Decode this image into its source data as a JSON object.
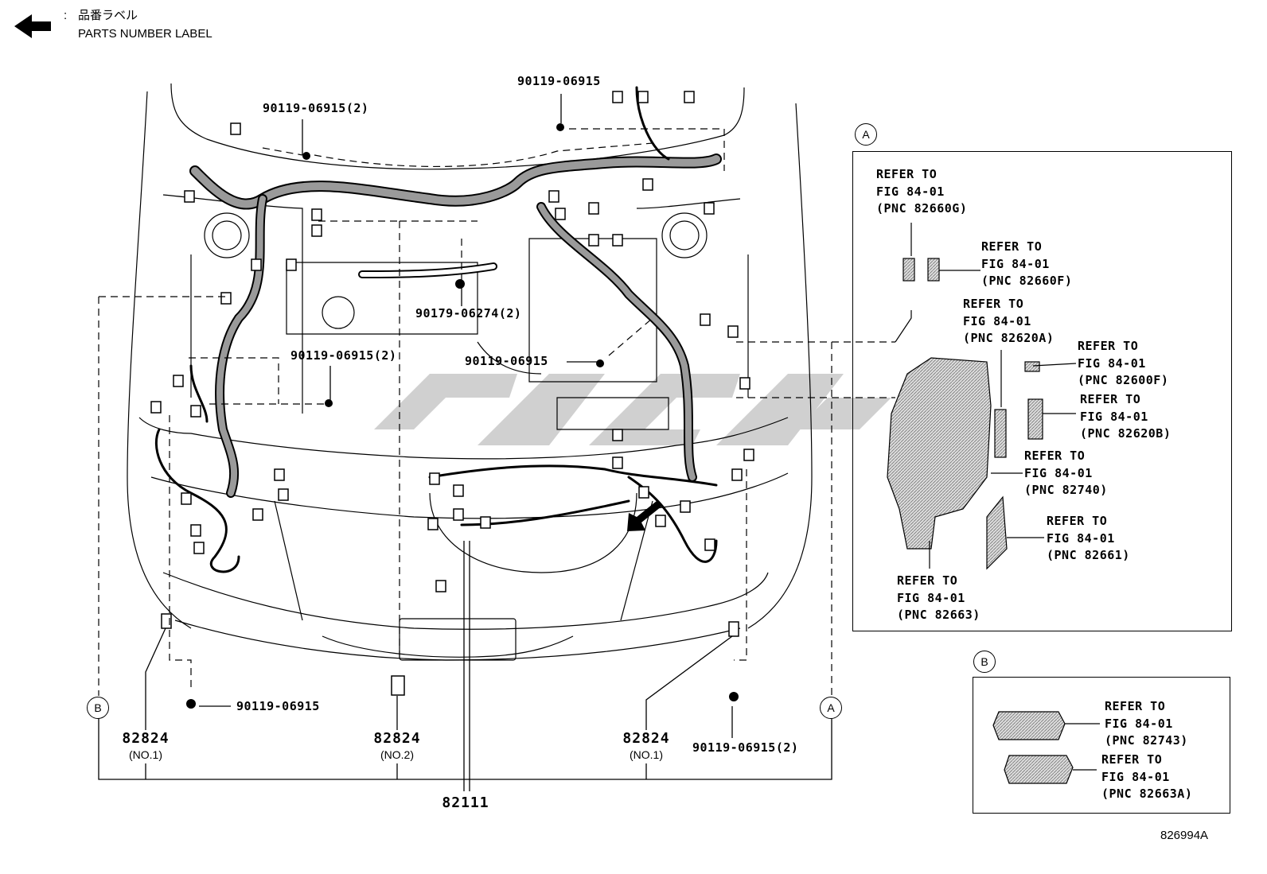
{
  "legend": {
    "label_jp": "品番ラベル",
    "label_en": "PARTS NUMBER LABEL",
    "separator": ":"
  },
  "callouts": {
    "bolt_left_top": "90119-06915(2)",
    "bolt_center_top": "90119-06915",
    "clip_center": "90179-06274(2)",
    "bolt_left_mid": "90119-06915(2)",
    "bolt_center_mid": "90119-06915",
    "bolt_bottom_left": "90119-06915",
    "bolt_bottom_right": "90119-06915(2)"
  },
  "parts": {
    "p1": {
      "number": "82824",
      "note": "(NO.1)"
    },
    "p2": {
      "number": "82824",
      "note": "(NO.2)"
    },
    "p3": {
      "number": "82824",
      "note": "(NO.1)"
    },
    "main": {
      "number": "82111"
    }
  },
  "markers": {
    "a": "A",
    "b": "B"
  },
  "inset_a": {
    "refs": [
      "REFER TO\nFIG 84-01\n(PNC 82660G)",
      "REFER TO\nFIG 84-01\n(PNC 82660F)",
      "REFER TO\nFIG 84-01\n(PNC 82620A)",
      "REFER TO\nFIG 84-01\n(PNC 82600F)",
      "REFER TO\nFIG 84-01\n(PNC 82620B)",
      "REFER TO\nFIG 84-01\n(PNC 82740)",
      "REFER TO\nFIG 84-01\n(PNC 82661)",
      "REFER TO\nFIG 84-01\n(PNC 82663)"
    ]
  },
  "inset_b": {
    "refs": [
      "REFER TO\nFIG 84-01\n(PNC 82743)",
      "REFER TO\nFIG 84-01\n(PNC 82663A)"
    ]
  },
  "figure_code": "826994A",
  "colors": {
    "line": "#000000",
    "watermark": "#c8c8c8",
    "wire": "#9a9a9a"
  }
}
